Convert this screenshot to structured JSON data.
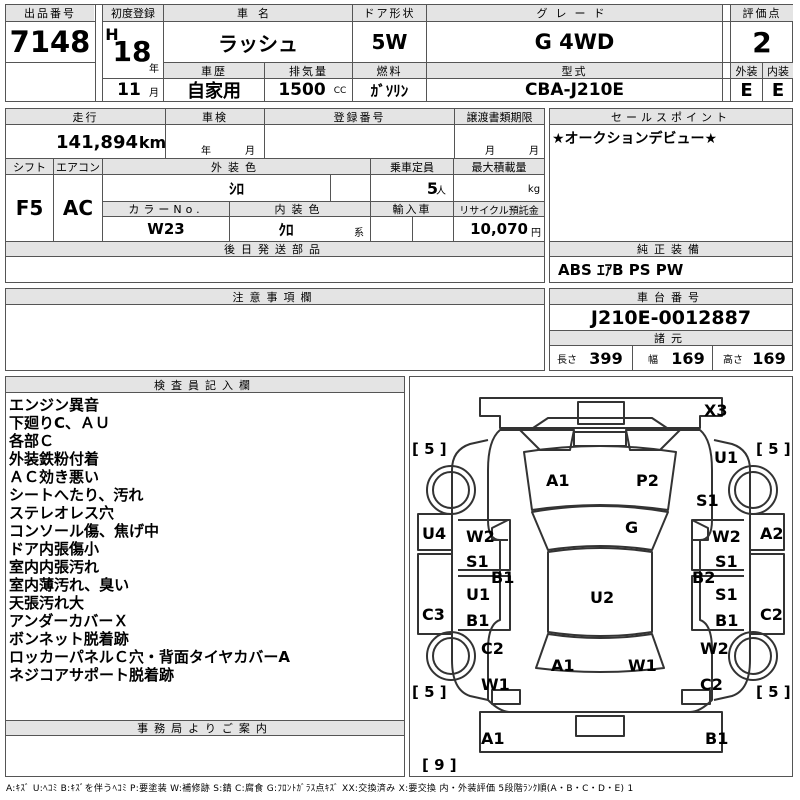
{
  "header": {
    "lot_label": "出品番号",
    "lot_number": "7148",
    "first_reg_label": "初度登録",
    "era_letter": "H",
    "reg_year": "18",
    "year_unit": "年",
    "reg_month": "11",
    "month_unit": "月",
    "car_name_label": "車名",
    "car_name": "ラッシュ",
    "door_label": "ドア形状",
    "door": "5W",
    "grade_label": "グレード",
    "grade": "G 4WD",
    "score_label": "評価点",
    "score": "2",
    "history_label": "車歴",
    "history": "自家用",
    "displacement_label": "排気量",
    "displacement": "1500",
    "cc_unit": "CC",
    "fuel_label": "燃料",
    "fuel": "ｶﾞｿﾘﾝ",
    "model_label": "型式",
    "model": "CBA-J210E",
    "exterior_label": "外装",
    "exterior_grade": "E",
    "interior_label": "内装",
    "interior_grade": "E"
  },
  "row2": {
    "mileage_label": "走行",
    "mileage": "141,894",
    "km_unit": "km",
    "inspection_label": "車検",
    "year_unit": "年",
    "month_unit": "月",
    "reg_no_label": "登録番号",
    "transfer_label": "譲渡書類期限",
    "sales_point_label": "セールスポイント",
    "sales_point": "★オークションデビュー★",
    "shift_label": "シフト",
    "shift": "F5",
    "ac_label": "エアコン",
    "ac": "AC",
    "ext_color_label": "外装色",
    "ext_color": "ｼﾛ",
    "capacity_label": "乗車定員",
    "capacity": "5",
    "person_unit": "人",
    "max_load_label": "最大積載量",
    "kg_unit": "kg",
    "color_no_label": "カラーNo.",
    "color_no": "W23",
    "int_color_label": "内装色",
    "int_color": "ｸﾛ",
    "kei_unit": "系",
    "import_label": "輸入車",
    "recycle_label": "リサイクル預託金",
    "recycle": "10,070",
    "yen_unit": "円",
    "parts_label": "後日発送部品",
    "equipment_label": "純正装備",
    "equipment": "ABS ｴｱB PS PW"
  },
  "caution": {
    "label": "注意事項欄",
    "chassis_label": "車台番号",
    "chassis": "J210E-0012887",
    "specs_label": "諸元",
    "length_label": "長さ",
    "length": "399",
    "width_label": "幅",
    "width": "169",
    "height_label": "高さ",
    "height": "169"
  },
  "inspector": {
    "label": "検査員記入欄",
    "notes": [
      "エンジン異音",
      "下廻りC、ＡＵ",
      "各部Ｃ",
      "外装鉄粉付着",
      "ＡＣ効き悪い",
      "シートへたり、汚れ",
      "ステレオレス穴",
      "コンソール傷、焦げ中",
      "ドア内張傷小",
      "室内内張汚れ",
      "室内薄汚れ、臭い",
      "天張汚れ大",
      "アンダーカバーＸ",
      "ボンネット脱着跡",
      "ロッカーパネルＣ穴・背面タイヤカバーA",
      "ネジコアサポート脱着跡"
    ]
  },
  "office": {
    "label": "事務局よりご案内"
  },
  "diagram": {
    "marks": [
      {
        "id": "x3",
        "text": "X3"
      },
      {
        "id": "u1-right",
        "text": "U1"
      },
      {
        "id": "a1-front",
        "text": "A1"
      },
      {
        "id": "p2",
        "text": "P2"
      },
      {
        "id": "s1-right-fender",
        "text": "S1"
      },
      {
        "id": "g",
        "text": "G"
      },
      {
        "id": "u4",
        "text": "U4"
      },
      {
        "id": "w2-left-front-door",
        "text": "W2"
      },
      {
        "id": "s1-left-front-door",
        "text": "S1"
      },
      {
        "id": "b1-left-front-door",
        "text": "B1"
      },
      {
        "id": "w2-right-front-door",
        "text": "W2"
      },
      {
        "id": "s1-right-front-door",
        "text": "S1"
      },
      {
        "id": "b2-right-front-door",
        "text": "B2"
      },
      {
        "id": "a2",
        "text": "A2"
      },
      {
        "id": "c3",
        "text": "C3"
      },
      {
        "id": "u1-left-rear-door",
        "text": "U1"
      },
      {
        "id": "b1-left-rear-door",
        "text": "B1"
      },
      {
        "id": "u2",
        "text": "U2"
      },
      {
        "id": "s1-right-rear-door",
        "text": "S1"
      },
      {
        "id": "b1-right-rear-door",
        "text": "B1"
      },
      {
        "id": "c2-right",
        "text": "C2"
      },
      {
        "id": "c2-left",
        "text": "C2"
      },
      {
        "id": "a1-rear",
        "text": "A1"
      },
      {
        "id": "w1-rear",
        "text": "W1"
      },
      {
        "id": "w2-right-rear",
        "text": "W2"
      },
      {
        "id": "w1-left-rear",
        "text": "W1"
      },
      {
        "id": "c2-rear-right",
        "text": "C2"
      },
      {
        "id": "a1-bumper",
        "text": "A1"
      },
      {
        "id": "b1-bumper",
        "text": "B1"
      }
    ],
    "tire_front_left": "[ 5 ]",
    "tire_front_right": "[ 5 ]",
    "tire_rear_left": "[ 5 ]",
    "tire_rear_right": "[ 5 ]",
    "tire_spare": "[ 9 ]"
  },
  "legend": "A:ｷｽﾞ U:ﾍｺﾐ B:ｷｽﾞを伴うﾍｺﾐ P:要塗装 W:補修跡 S:錆 C:腐食 G:ﾌﾛﾝﾄｶﾞﾗｽ点ｷｽﾞ XX:交換済み X:要交換 内・外装評価 5段階ﾗﾝｸ順(A・B・C・D・E) 1"
}
